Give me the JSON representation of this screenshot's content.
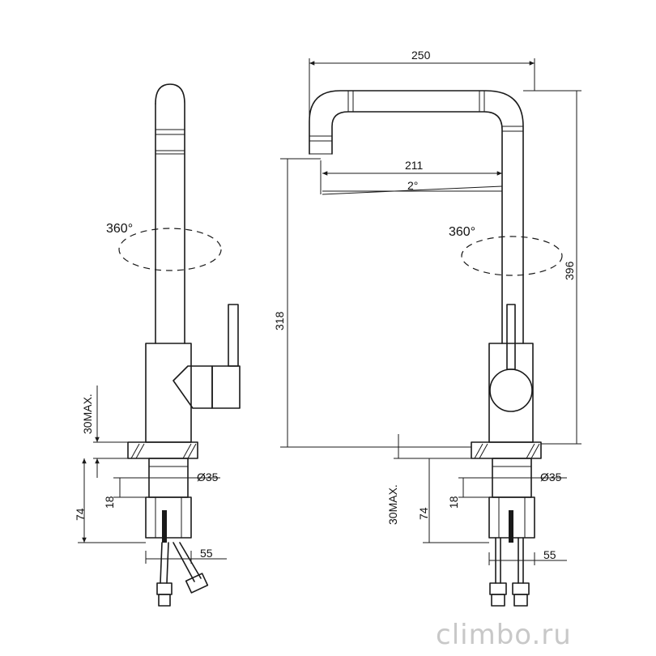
{
  "diagram": {
    "rotation_label": "360°",
    "dimensions": {
      "width_total": "250",
      "reach": "211",
      "tilt": "2°",
      "height_total": "396",
      "spout_height": "318",
      "deck_thickness_max": "30MAX.",
      "shank_diameter": "Ø35",
      "shank_length": "74",
      "nut_height": "18",
      "hose_spacing": "55"
    }
  },
  "watermark": "climbo.ru",
  "colors": {
    "line": "#1a1a1a",
    "watermark": "#c8c8c8"
  }
}
